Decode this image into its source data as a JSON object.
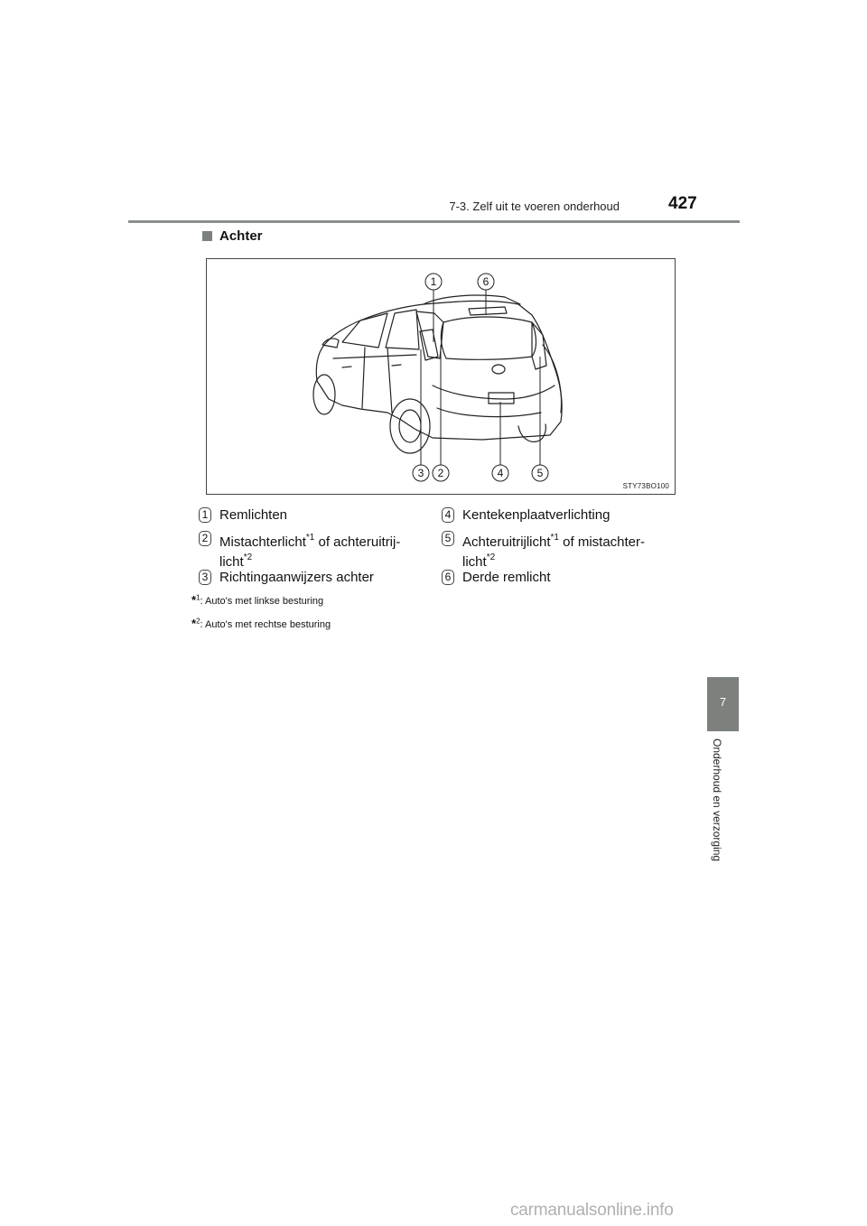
{
  "header": {
    "section_title": "7-3. Zelf uit te voeren onderhoud",
    "page_number": "427"
  },
  "section": {
    "heading": "Achter"
  },
  "figure": {
    "code": "STY73BO100",
    "callouts": [
      "1",
      "6",
      "3",
      "2",
      "4",
      "5"
    ]
  },
  "legend": {
    "left": [
      {
        "number": "1",
        "text": "Remlichten",
        "sup": "",
        "text2": "",
        "sup2": ""
      },
      {
        "number": "2",
        "text": "Mistachterlicht",
        "sup": "*1",
        "text2": " of achteruitrij-licht",
        "sup2": "*2"
      },
      {
        "number": "3",
        "text": "Richtingaanwijzers achter",
        "sup": "",
        "text2": "",
        "sup2": ""
      }
    ],
    "right": [
      {
        "number": "4",
        "text": "Kentekenplaatverlichting",
        "sup": "",
        "text2": "",
        "sup2": ""
      },
      {
        "number": "5",
        "text": "Achteruitrijlicht",
        "sup": "*1",
        "text2": " of mistachter-licht",
        "sup2": "*2"
      },
      {
        "number": "6",
        "text": "Derde remlicht",
        "sup": "",
        "text2": "",
        "sup2": ""
      }
    ]
  },
  "footnotes": [
    {
      "marker": "*",
      "number": "1",
      "text": ":  Auto's met linkse besturing"
    },
    {
      "marker": "*",
      "number": "2",
      "text": ":  Auto's met rechtse besturing"
    }
  ],
  "chapter": {
    "number": "7",
    "title": "Onderhoud en verzorging"
  },
  "watermark": "carmanualsonline.info"
}
